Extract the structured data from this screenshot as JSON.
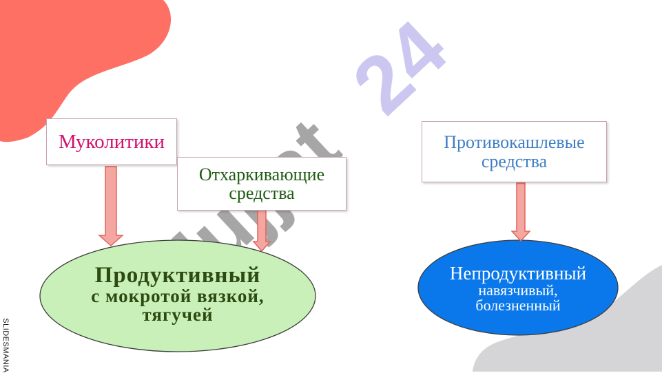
{
  "colors": {
    "blob_top_left": "#fe6f64",
    "blob_bottom_right": "#d5d5d7",
    "arrow_fill": "#f4a6a0",
    "arrow_stroke": "#e2645c",
    "ellipse_productive": "#c9f0b8",
    "ellipse_unproductive": "#0a78ea",
    "watermark_gray": "#9e9e9e",
    "watermark_purple": "#c7c2ef"
  },
  "boxes": {
    "mucolytics": "Муколитики",
    "expectorants": {
      "line1": "Отхаркивающие",
      "line2": "средства"
    },
    "antitussive": {
      "line1": "Противокашлевые",
      "line2": "средства"
    }
  },
  "cough_types": {
    "productive": {
      "title": "Продуктивный",
      "line1": "с мокротой вязкой,",
      "line2": "тягучей"
    },
    "unproductive": {
      "title": "Непродуктивный",
      "line1": "навязчивый,",
      "line2": "болезненный"
    }
  },
  "watermark": {
    "text_gray": "Hujjat",
    "text_purple": "24"
  },
  "side_label": "SLIDESMANIA"
}
